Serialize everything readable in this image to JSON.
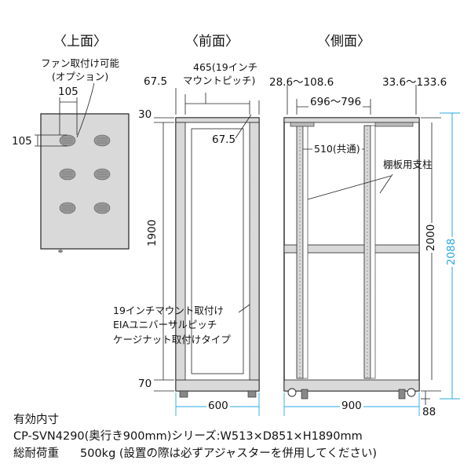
{
  "views": {
    "top": "〈上面〉",
    "front": "〈前面〉",
    "side": "〈側面〉"
  },
  "top_view": {
    "fan_note_line1": "ファン取付け可能",
    "fan_note_line2": "(オプション)",
    "dim_h": "105",
    "dim_v": "105"
  },
  "front_view": {
    "pitch_top": "465(19インチ",
    "pitch_bottom": "マウントピッチ)",
    "left_offset": "67.5",
    "right_offset": "67.5",
    "top_height": "30",
    "inner_height": "1900",
    "bottom_height": "70",
    "width": "600",
    "mount_note_1": "19インチマウント取付け",
    "mount_note_2": "EIAユニバーサルピッチ",
    "mount_note_3": "ケージナット取付けタイプ"
  },
  "side_view": {
    "left_range": "28.6～108.6",
    "right_range": "33.6～133.6",
    "rail_span": "696～796",
    "shared": "510(共通)",
    "shelf_post": "棚板用支柱",
    "frame_height": "2000",
    "total_height": "2088",
    "depth": "900",
    "caster_height": "88"
  },
  "specs": {
    "line1": "有効内寸",
    "line2": "CP-SVN4290(奥行き900mm)シリーズ:W513×D851×H1890mm",
    "line3_label": "総耐荷重",
    "line3_value": "500kg (設置の際は必ずアジャスターを併用してください)"
  },
  "colors": {
    "line": "#222222",
    "dim_accent": "#29a8e0",
    "panel_fill": "#d9d9d9"
  }
}
